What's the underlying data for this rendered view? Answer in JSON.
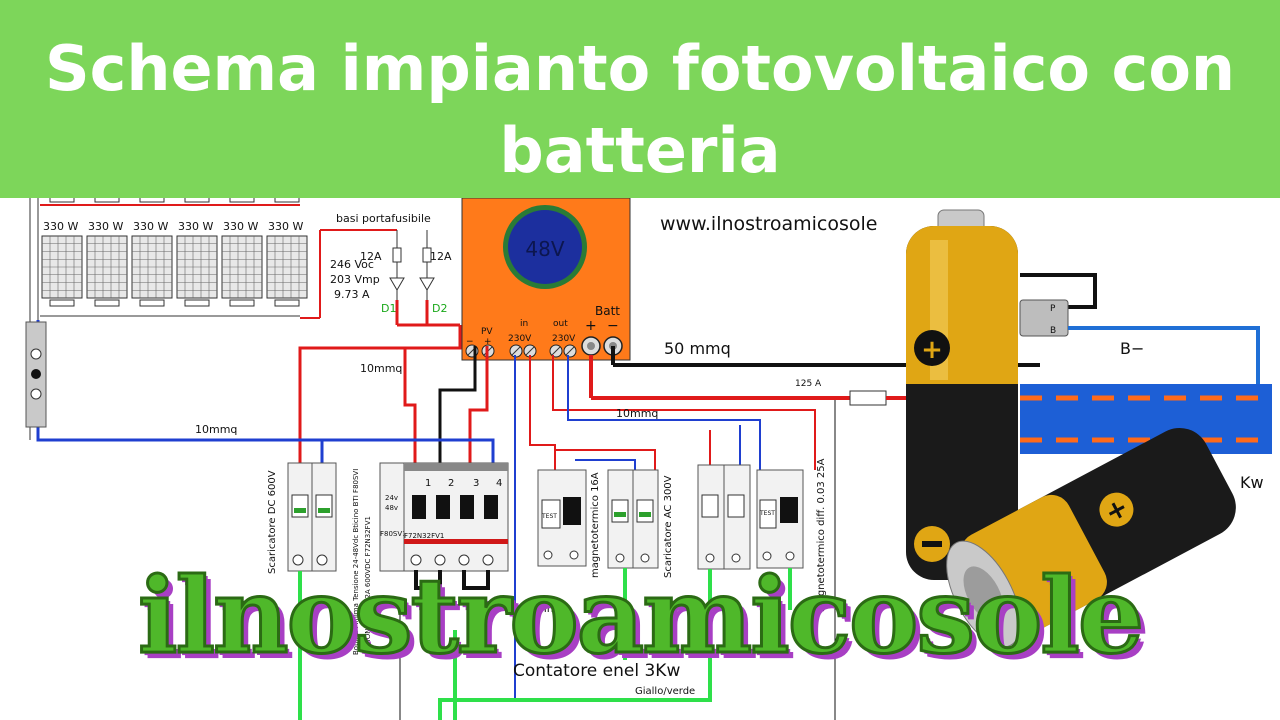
{
  "title": "Schema impianto fotovoltaico con batteria",
  "watermark": "ilnostroamicosole",
  "website": "www.ilnostroamicosole",
  "panels": [
    "330 W",
    "330 W",
    "330 W",
    "330 W",
    "330 W",
    "330 W"
  ],
  "fuse_holder_label": "basi portafusibile",
  "fuse_ratings": [
    "12A",
    "12A"
  ],
  "string_specs": [
    "246 Voc",
    "203 Vmp",
    "9.73 A"
  ],
  "diodes": [
    "D1",
    "D2"
  ],
  "inverter": {
    "voltage": "48V",
    "batt_label": "Batt",
    "terminals": [
      "PV",
      "in",
      "out"
    ],
    "terminal_voltages": [
      "230V",
      "230V"
    ],
    "pv_plus": "+",
    "batt_plus": "+",
    "batt_minus": "−"
  },
  "cables": {
    "battery": "50 mmq",
    "dc_red": "10mmq",
    "dc_blue": "10mmq",
    "ac": "10mmq",
    "bottom": "10mmq"
  },
  "fuse_125": "125 A",
  "battery_negative": "B−",
  "battery_terminals": [
    "P",
    "B"
  ],
  "kw_label": "Kw",
  "devices": {
    "dc_surge": "Scaricatore DC 600V",
    "relay_text": [
      "Bobina Minima Tensione 24-48Vdc Bticino BTI F80SVI",
      "SEZIONATORE 32A 600VDC F72N32FV1"
    ],
    "relay_small": [
      "24v",
      "48v"
    ],
    "relay_codes": [
      "F72N32FV1",
      "F80SV1"
    ],
    "switch_numbers": [
      "1",
      "2",
      "3",
      "4"
    ],
    "magneto16": "magnetotermico 16A",
    "ac_surge": "Scaricatore AC 300V",
    "diff": "magnetotermico diff. 0.03 25A",
    "test_labels": [
      "TEST",
      "TEST"
    ]
  },
  "contatore": "Contatore enel 3Kw",
  "giallo_verde": "Giallo/verde",
  "colors": {
    "banner": "#7dd65a",
    "wire_red": "#e01a1a",
    "wire_blue": "#1f3fd0",
    "wire_black": "#111111",
    "wire_green": "#2ee04a",
    "inverter": "#ff7a1a",
    "battery_gold": "#e0a614",
    "battery_strip": "#1d5fd6",
    "watermark_fill": "#4fb82a",
    "watermark_shadow": "#a83fc4"
  }
}
